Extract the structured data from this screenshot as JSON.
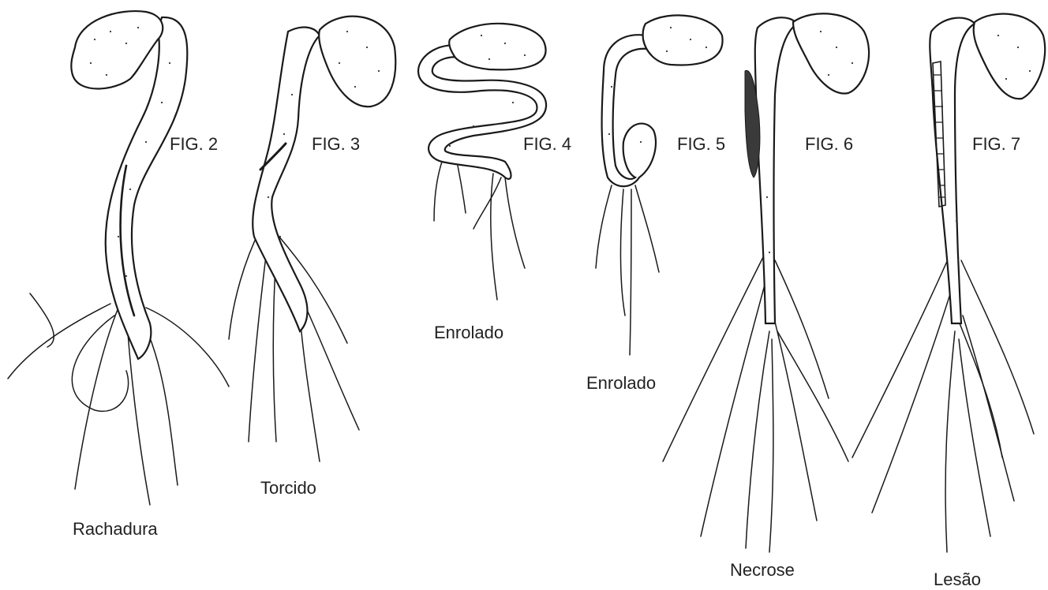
{
  "figures": [
    {
      "fig_label": "FIG. 2",
      "caption": "Rachadura"
    },
    {
      "fig_label": "FIG. 3",
      "caption": "Torcido"
    },
    {
      "fig_label": "FIG. 4",
      "caption": "Enrolado"
    },
    {
      "fig_label": "FIG. 5",
      "caption": "Enrolado"
    },
    {
      "fig_label": "FIG. 6",
      "caption": "Necrose"
    },
    {
      "fig_label": "FIG. 7",
      "caption": "Lesão"
    }
  ],
  "colors": {
    "ink": "#1a1a1a",
    "paper": "#ffffff"
  }
}
